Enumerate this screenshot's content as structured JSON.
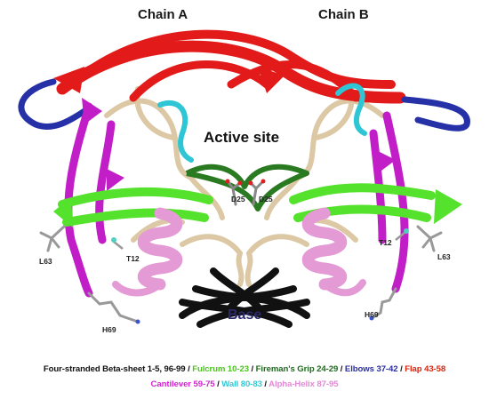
{
  "labels": {
    "chain_a": "Chain A",
    "chain_b": "Chain B",
    "active_site": "Active site",
    "base": "Base",
    "d25_left": "D25",
    "d25_right": "D25",
    "t12_left": "T12",
    "t12_right": "T12",
    "l63_left": "L63",
    "l63_right": "L63",
    "h69_left": "H69",
    "h69_right": "H69"
  },
  "legend": {
    "line1": [
      {
        "text": "Four-stranded Beta-sheet 1-5, 96-99",
        "color": "#111111"
      },
      {
        "text": " / ",
        "color": "#111111"
      },
      {
        "text": "Fulcrum 10-23",
        "color": "#4cc41f"
      },
      {
        "text": " / ",
        "color": "#111111"
      },
      {
        "text": "Fireman's Grip 24-29",
        "color": "#1f6a1f"
      },
      {
        "text": " / ",
        "color": "#111111"
      },
      {
        "text": "Elbows 37-42",
        "color": "#2b2ea0"
      },
      {
        "text": " / ",
        "color": "#111111"
      },
      {
        "text": "Flap 43-58",
        "color": "#d4260f"
      }
    ],
    "line2": [
      {
        "text": "Cantilever 59-75",
        "color": "#d126d1"
      },
      {
        "text": " / ",
        "color": "#111111"
      },
      {
        "text": "Wall 80-83",
        "color": "#35c9d6"
      },
      {
        "text": " / ",
        "color": "#111111"
      },
      {
        "text": "Alpha-Helix 87-95",
        "color": "#e28ad6"
      }
    ]
  },
  "colors": {
    "beta_sheet": "#111111",
    "fulcrum": "#55e22c",
    "fireman_grip": "#2a7a22",
    "elbows": "#2631a8",
    "flap": "#e21a1a",
    "cantilever": "#c21ec8",
    "wall": "#2ec6d4",
    "alpha_helix": "#e49ad4",
    "loop": "#dcc8a4"
  }
}
